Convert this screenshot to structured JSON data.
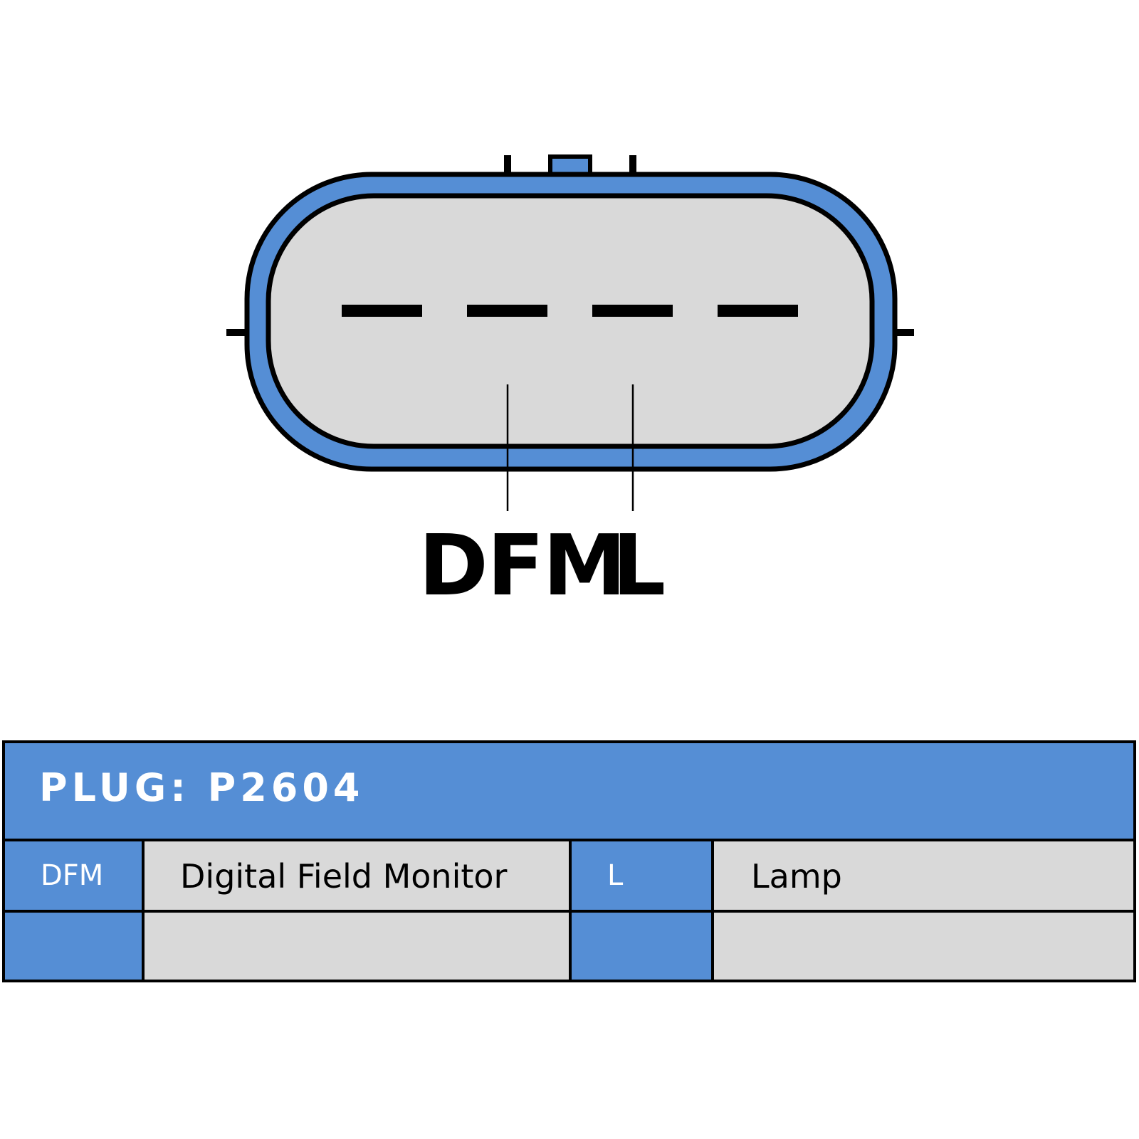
{
  "colors": {
    "accent": "#558ed5",
    "housing_fill": "#d9d9d9",
    "outline": "#000000"
  },
  "connector": {
    "pins_total": 4,
    "labels": [
      {
        "code": "DFM"
      },
      {
        "code": "L"
      }
    ]
  },
  "table": {
    "header": "PLUG: P2604",
    "rows": [
      {
        "code1": "DFM",
        "desc1": "Digital Field Monitor",
        "code2": "L",
        "desc2": "Lamp"
      },
      {
        "code1": "",
        "desc1": "",
        "code2": "",
        "desc2": ""
      }
    ]
  }
}
